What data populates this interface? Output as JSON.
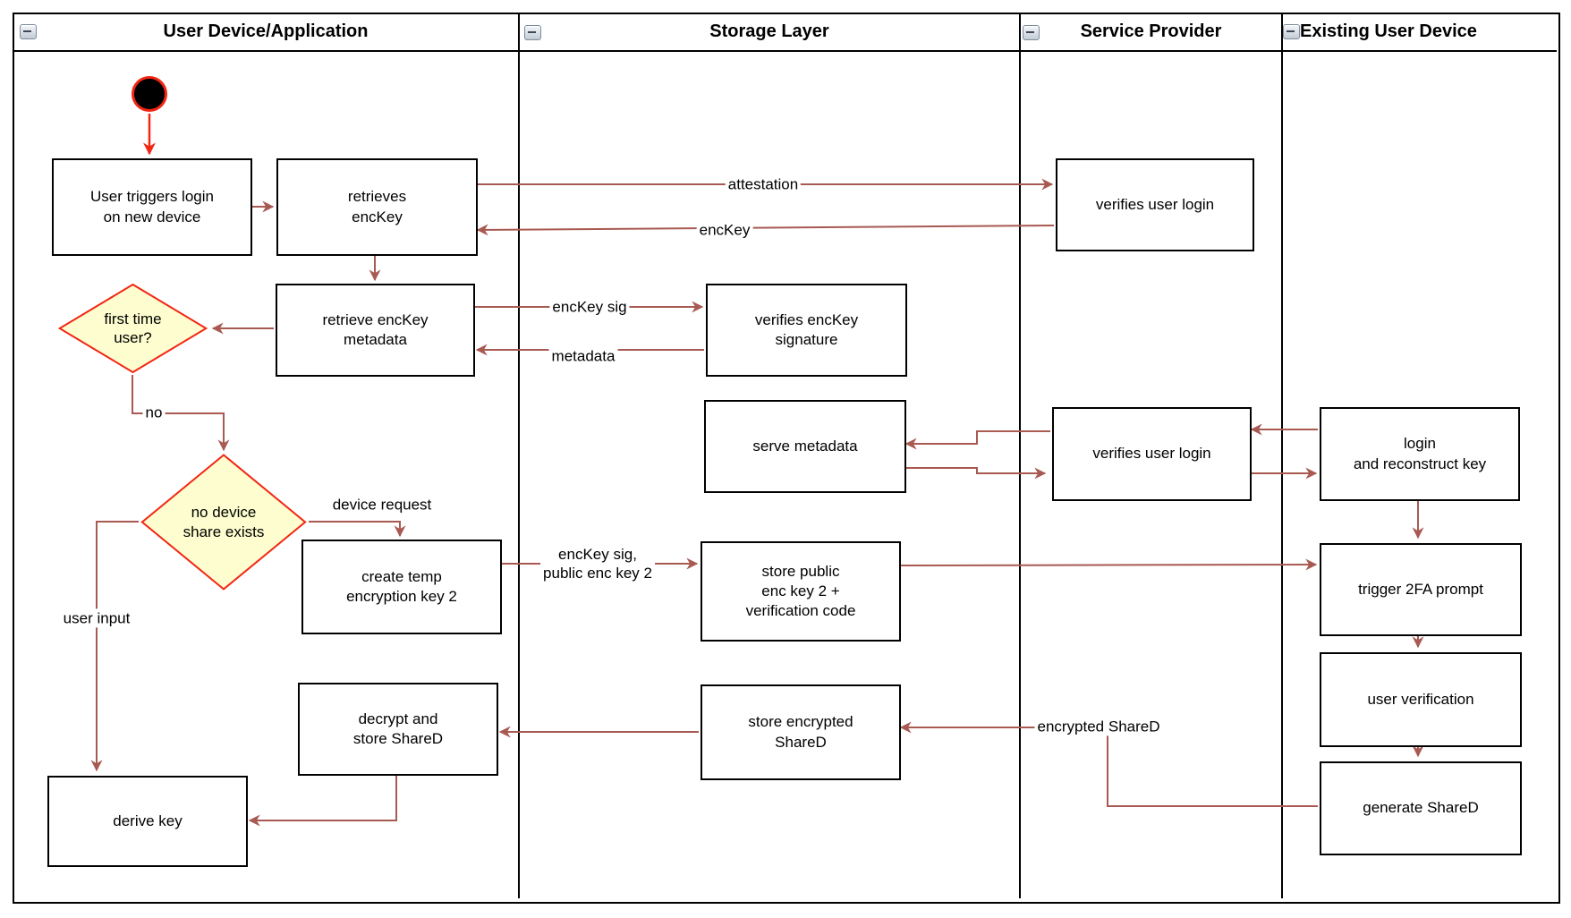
{
  "diagram_type": "swimlane-activity-diagram",
  "colors": {
    "edge": "#A85A52",
    "accent_red": "#F22613",
    "diamond_fill": "#FDFDCF",
    "node_border": "#000000",
    "background": "#FFFFFF"
  },
  "lanes": [
    {
      "id": "user_device",
      "title": "User Device/Application"
    },
    {
      "id": "storage",
      "title": "Storage Layer"
    },
    {
      "id": "service_provider",
      "title": "Service Provider"
    },
    {
      "id": "existing_device",
      "title": "Existing User Device"
    }
  ],
  "icons": [
    {
      "name": "collapse-icon",
      "glyph": "−",
      "count": 4
    }
  ],
  "nodes": {
    "start": {
      "type": "initial-node"
    },
    "user_triggers": {
      "lane": "user_device",
      "label": "User triggers login\non new device"
    },
    "retrieves_enckey": {
      "lane": "user_device",
      "label": "retrieves\nencKey"
    },
    "verifies_user_login_1": {
      "lane": "service_provider",
      "label": "verifies user login"
    },
    "first_time_user": {
      "lane": "user_device",
      "type": "decision",
      "label": "first time\nuser?"
    },
    "retrieve_metadata": {
      "lane": "user_device",
      "label": "retrieve encKey\nmetadata"
    },
    "verifies_signature": {
      "lane": "storage",
      "label": "verifies encKey\nsignature"
    },
    "serve_metadata": {
      "lane": "storage",
      "label": "serve metadata"
    },
    "verifies_user_login_2": {
      "lane": "service_provider",
      "label": "verifies user login"
    },
    "login_reconstruct": {
      "lane": "existing_device",
      "label": "login\nand reconstruct key"
    },
    "no_device_share": {
      "lane": "user_device",
      "type": "decision",
      "label": "no device\nshare exists"
    },
    "create_temp_key": {
      "lane": "user_device",
      "label": "create temp\nencryption key 2"
    },
    "store_public_key": {
      "lane": "storage",
      "label": "store public\nenc key 2 +\nverification code"
    },
    "trigger_2fa": {
      "lane": "existing_device",
      "label": "trigger 2FA prompt"
    },
    "user_verification": {
      "lane": "existing_device",
      "label": "user verification"
    },
    "generate_shared": {
      "lane": "existing_device",
      "label": "generate ShareD"
    },
    "store_encrypted_shared": {
      "lane": "storage",
      "label": "store encrypted\nShareD"
    },
    "decrypt_store_shared": {
      "lane": "user_device",
      "label": "decrypt and\nstore ShareD"
    },
    "derive_key": {
      "lane": "user_device",
      "label": "derive key"
    }
  },
  "edge_labels": {
    "attestation": "attestation",
    "enckey": "encKey",
    "enckey_sig": "encKey sig",
    "metadata": "metadata",
    "no": "no",
    "device_request": "device request",
    "enckey_sig_public": "encKey sig,\npublic enc key 2",
    "user_input": "user input",
    "encrypted_shared": "encrypted ShareD"
  },
  "edges": [
    {
      "from": "start",
      "to": "user_triggers",
      "label": ""
    },
    {
      "from": "user_triggers",
      "to": "retrieves_enckey",
      "label": ""
    },
    {
      "from": "retrieves_enckey",
      "to": "verifies_user_login_1",
      "label": "attestation"
    },
    {
      "from": "verifies_user_login_1",
      "to": "retrieves_enckey",
      "label": "encKey"
    },
    {
      "from": "retrieves_enckey",
      "to": "retrieve_metadata",
      "label": ""
    },
    {
      "from": "retrieve_metadata",
      "to": "first_time_user",
      "label": ""
    },
    {
      "from": "retrieve_metadata",
      "to": "verifies_signature",
      "label": "encKey sig"
    },
    {
      "from": "verifies_signature",
      "to": "retrieve_metadata",
      "label": "metadata"
    },
    {
      "from": "first_time_user",
      "to": "no_device_share",
      "label": "no"
    },
    {
      "from": "no_device_share",
      "to": "create_temp_key",
      "label": "device request"
    },
    {
      "from": "create_temp_key",
      "to": "store_public_key",
      "label": "encKey sig, public enc key 2"
    },
    {
      "from": "store_public_key",
      "to": "trigger_2fa",
      "label": ""
    },
    {
      "from": "login_reconstruct",
      "to": "verifies_user_login_2",
      "label": ""
    },
    {
      "from": "verifies_user_login_2",
      "to": "serve_metadata",
      "label": ""
    },
    {
      "from": "serve_metadata",
      "to": "verifies_user_login_2",
      "label": ""
    },
    {
      "from": "verifies_user_login_2",
      "to": "login_reconstruct",
      "label": ""
    },
    {
      "from": "login_reconstruct",
      "to": "trigger_2fa",
      "label": ""
    },
    {
      "from": "trigger_2fa",
      "to": "user_verification",
      "label": ""
    },
    {
      "from": "user_verification",
      "to": "generate_shared",
      "label": ""
    },
    {
      "from": "generate_shared",
      "to": "store_encrypted_shared",
      "label": "encrypted ShareD"
    },
    {
      "from": "store_encrypted_shared",
      "to": "decrypt_store_shared",
      "label": ""
    },
    {
      "from": "decrypt_store_shared",
      "to": "derive_key",
      "label": ""
    },
    {
      "from": "no_device_share",
      "to": "derive_key",
      "label": "user input"
    }
  ]
}
